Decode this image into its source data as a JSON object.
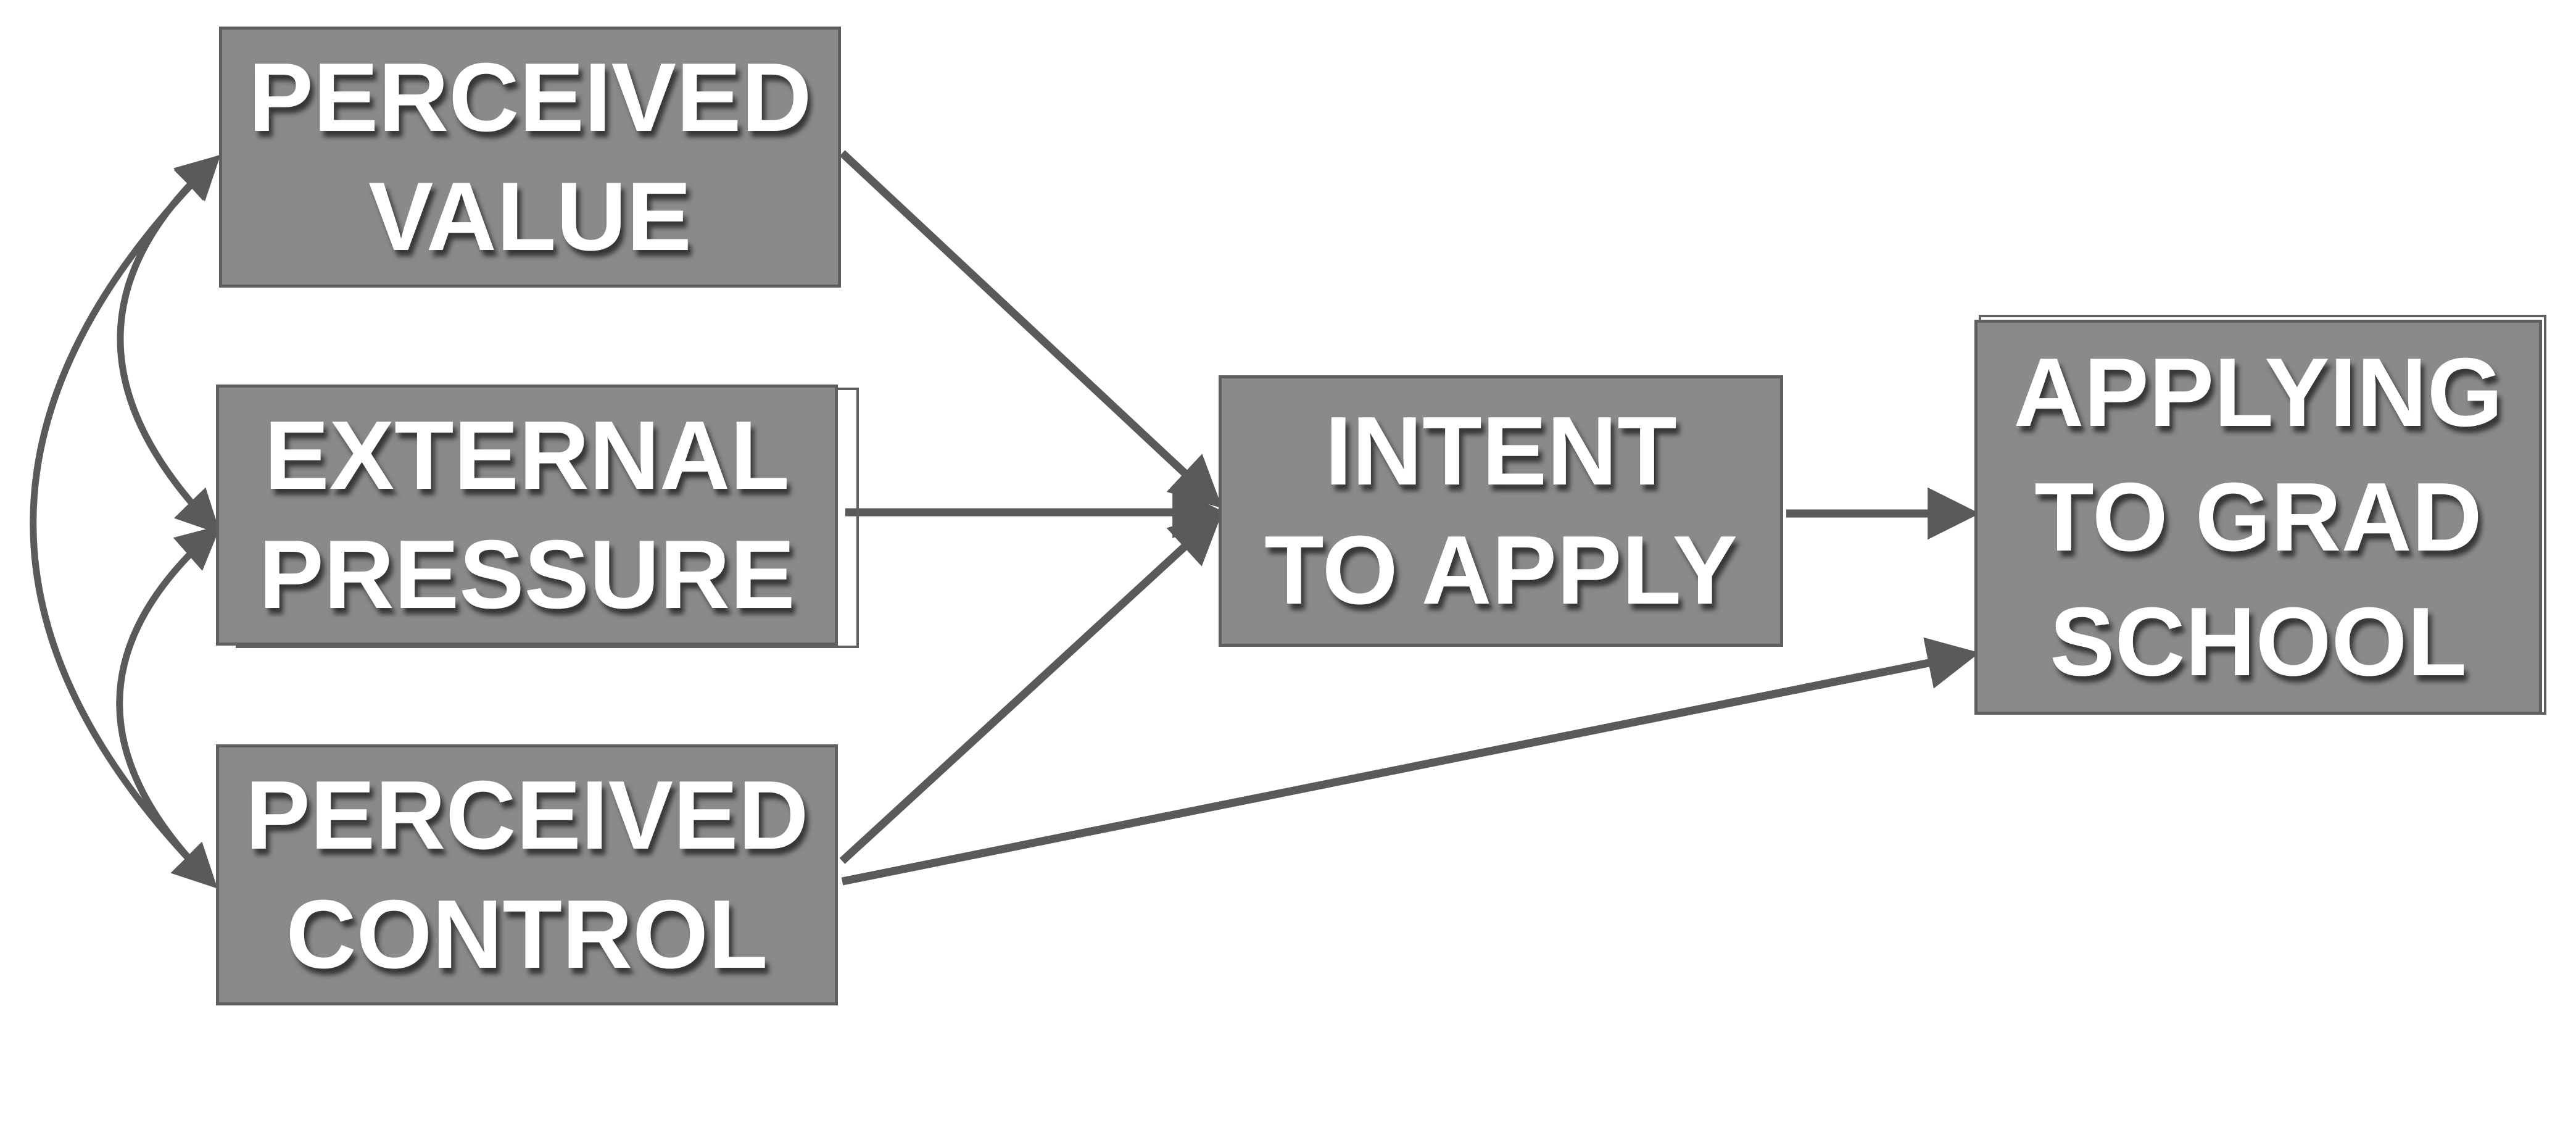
{
  "nodes": {
    "perceived_value": [
      "PERCEIVED",
      "VALUE"
    ],
    "external_pressure": [
      "EXTERNAL",
      "PRESSURE"
    ],
    "perceived_control": [
      "PERCEIVED",
      "CONTROL"
    ],
    "intent_to_apply": [
      "INTENT",
      "TO APPLY"
    ],
    "applying_to_grad_school": [
      "APPLYING",
      "TO GRAD",
      "SCHOOL"
    ]
  },
  "edges": [
    {
      "from": "perceived_value",
      "to": "intent_to_apply",
      "type": "directed"
    },
    {
      "from": "external_pressure",
      "to": "intent_to_apply",
      "type": "directed"
    },
    {
      "from": "perceived_control",
      "to": "intent_to_apply",
      "type": "directed"
    },
    {
      "from": "intent_to_apply",
      "to": "applying_to_grad_school",
      "type": "directed"
    },
    {
      "from": "perceived_control",
      "to": "applying_to_grad_school",
      "type": "directed"
    },
    {
      "from": "perceived_value",
      "to": "external_pressure",
      "type": "correlation"
    },
    {
      "from": "external_pressure",
      "to": "perceived_control",
      "type": "correlation"
    },
    {
      "from": "perceived_value",
      "to": "perceived_control",
      "type": "correlation"
    }
  ],
  "colors": {
    "node_fill": "#8a8a8a",
    "node_border": "#5f5f5f",
    "arrow": "#5a5a5a",
    "text": "#ffffff"
  }
}
